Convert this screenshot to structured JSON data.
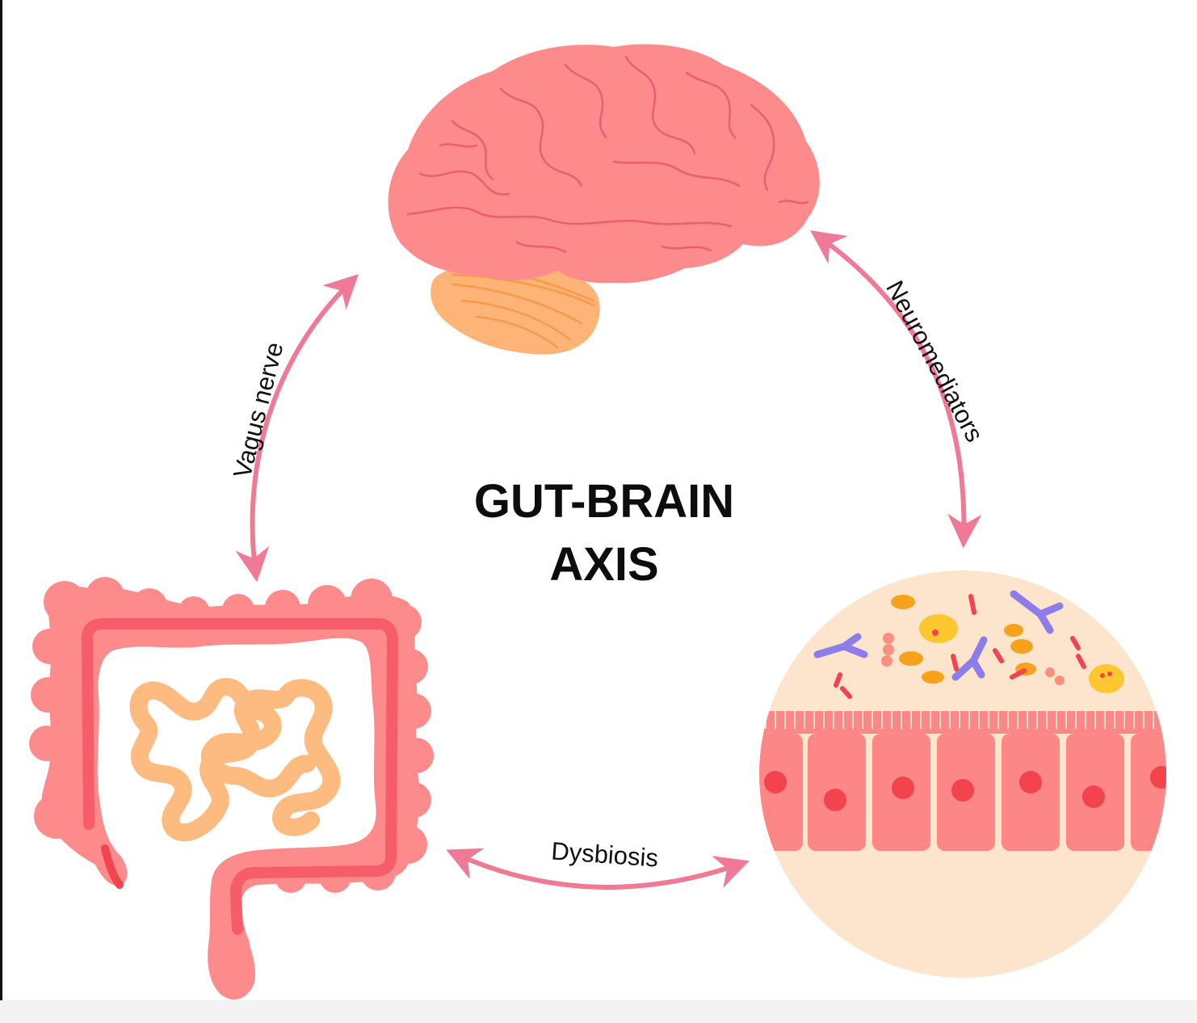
{
  "title": {
    "line1": "GUT-BRAIN",
    "line2": "AXIS"
  },
  "connections": {
    "vagus": "Vagus nerve",
    "neuro": "Neuromediators",
    "dysbiosis": "Dysbiosis"
  },
  "colors": {
    "arrow": "#f07a96",
    "brain": "#fd8b8b",
    "brain_lines": "#e8606b",
    "cerebellum": "#fdb476",
    "intestine": "#fd8b8b",
    "large_intestine_inner": "#f75d68",
    "small_intestine": "#fdbb80",
    "microbiome_bg": "#fde4cc",
    "epithelium": "#fd8787",
    "nucleus": "#f2434f"
  }
}
